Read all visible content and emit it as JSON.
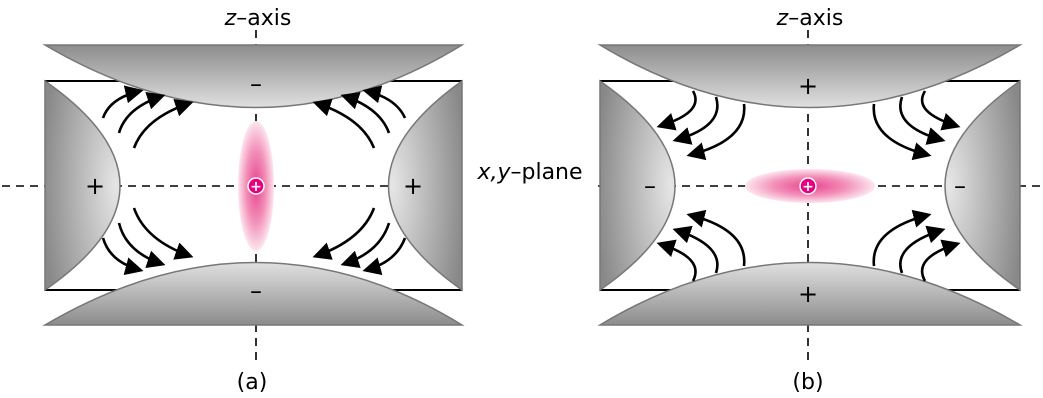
{
  "axes": {
    "z_prefix": "z",
    "z_suffix": "–axis",
    "plane_prefix": "x,y",
    "plane_suffix": "–plane"
  },
  "charge_marker": "+",
  "panels": [
    {
      "label": "(a)",
      "top_electrode": "–",
      "bottom_electrode": "–",
      "left_electrode": "+",
      "right_electrode": "+",
      "ion_cloud_shape": "vertical"
    },
    {
      "label": "(b)",
      "top_electrode": "+",
      "bottom_electrode": "+",
      "left_electrode": "–",
      "right_electrode": "–",
      "ion_cloud_shape": "horizontal"
    }
  ],
  "colors": {
    "electrode_light": "#e2e2e2",
    "electrode_dark": "#8a8a8a",
    "electrode_edge": "#7a7a7a",
    "ion_core": "#e6007e",
    "ion_cloud": "#f08cb4"
  }
}
